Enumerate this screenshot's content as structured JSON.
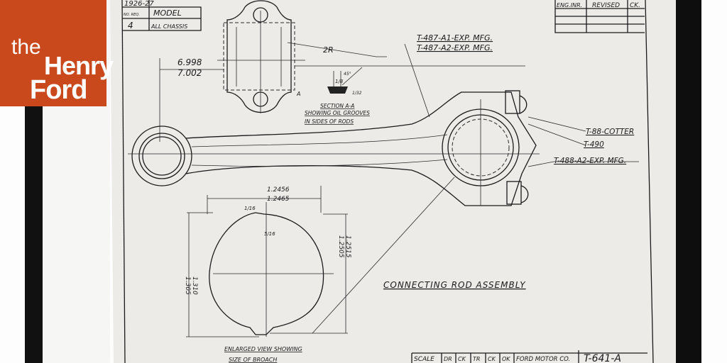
{
  "logo": {
    "line1": "the",
    "line2": "Henry",
    "line3": "Ford",
    "color": "#c9491d"
  },
  "drawing": {
    "title_block_top": {
      "year": "1926-27",
      "no_req_label": "NO. REQ.",
      "model_label": "MODEL",
      "qty": "4",
      "model": "ALL CHASSIS"
    },
    "revision_block": {
      "headers": [
        "ENG.INR.",
        "REVISED",
        "CK."
      ]
    },
    "dimensions": {
      "length_max": "6.998",
      "length_min": "7.002",
      "radius": "2R",
      "groove_angle": "45°",
      "groove_width": "1/8",
      "groove_depth": "1/32",
      "broach_width_a": "1.2456",
      "broach_width_b": "1.2465",
      "broach_tip": "1/16",
      "broach_flat": "5/16",
      "height_a": "1.305",
      "height_b": "1.310",
      "bore_a": "1.2505",
      "bore_b": "1.2515"
    },
    "section_note": [
      "SECTION A-A",
      "SHOWING OIL GROOVES",
      "IN SIDES OF RODS"
    ],
    "section_marker": "A",
    "part_labels": [
      "T-487-A1-EXP. MFG.",
      "T-487-A2-EXP. MFG.",
      "T-88-COTTER",
      "T-490",
      "T-488-A2-EXP. MFG."
    ],
    "title": "CONNECTING ROD ASSEMBLY",
    "broach_note": [
      "ENLARGED VIEW SHOWING",
      "SIZE OF BROACH"
    ],
    "bottom_block": {
      "cells": [
        "SCALE",
        "DR",
        "CK",
        "TR",
        "CK",
        "OK",
        "FORD MOTOR CO."
      ],
      "drawing_number": "T-641-A"
    }
  }
}
